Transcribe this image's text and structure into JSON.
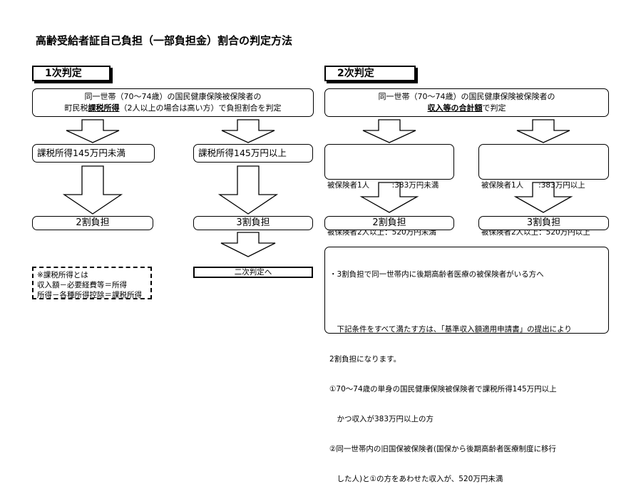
{
  "title": "高齢受給者証自己負担（一部負担金）割合の判定方法",
  "first": {
    "heading": "1次判定",
    "desc_line1": "同一世帯（70～74歳）の国民健康保険被保険者の",
    "desc_line2_pre": "町民税",
    "desc_line2_ul": "課税所得",
    "desc_line2_post": "（2人以上の場合は高い方）で負担割合を判定",
    "cond_left": "課税所得145万円未満",
    "cond_right": "課税所得145万円以上",
    "result_left": "2割負担",
    "result_right": "3割負担",
    "next_label": "二次判定へ",
    "note_lines": [
      "※課税所得とは",
      "収入額－必要経費等＝所得",
      "所得－各種所得控除＝課税所得"
    ]
  },
  "second": {
    "heading": "2次判定",
    "desc_line1": "同一世帯（70～74歳）の国民健康保険被保険者の",
    "desc_line2_ul": "収入等の合計額",
    "desc_line2_post": "で判定",
    "cond_left_1": "被保険者1人　　　:383万円未満",
    "cond_left_2": "被保険者2人以上：520万円未満",
    "cond_right_1": "被保険者1人　　:383万円以上",
    "cond_right_2": "被保険者2人以上：520万円以上",
    "result_left": "2割負担",
    "result_right": "3割負担",
    "explain_lines": [
      "・3割負担で同一世帯内に後期高齢者医療の被保険者がいる方へ",
      "",
      "　下記条件をすべて満たす方は、「基準収入額適用申請書」の提出により",
      "2割負担になります。",
      "①70～74歳の単身の国民健康保険被保険者で課税所得145万円以上",
      "　かつ収入が383万円以上の方",
      "②同一世帯内の旧国保被保険者(国保から後期高齢者医療制度に移行",
      "　した人)と①の方をあわせた収入が、520万円未満"
    ]
  }
}
